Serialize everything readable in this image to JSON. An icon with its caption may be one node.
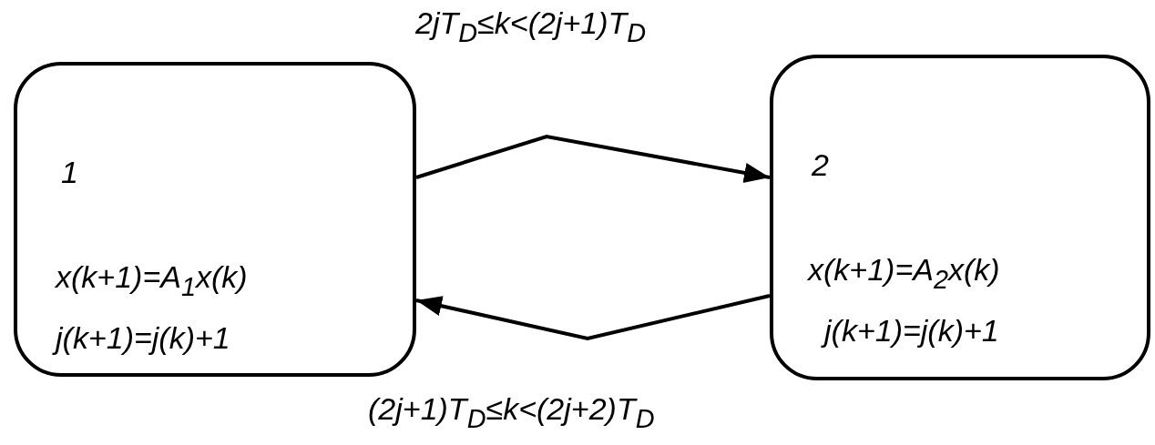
{
  "diagram": {
    "nodes": [
      {
        "text": [
          "1",
          "x(k+1)=A$_{1}$x(k)",
          "j(k+1)=j(k)+1"
        ]
      },
      {
        "text": [
          "2",
          "x(k+1)=A$_{2}$x(k)",
          "j(k+1)=j(k)+1"
        ]
      }
    ],
    "edges": [
      {
        "from": 0,
        "to": 1,
        "arrow": "to",
        "label": "2jT$_{D}$≤k<(2j+1)T$_{D}$"
      },
      {
        "from": 1,
        "to": 0,
        "arrow": "to",
        "label": "(2j+1)T$_{D}$≤k<(2j+2)T$_{D}$"
      }
    ]
  }
}
